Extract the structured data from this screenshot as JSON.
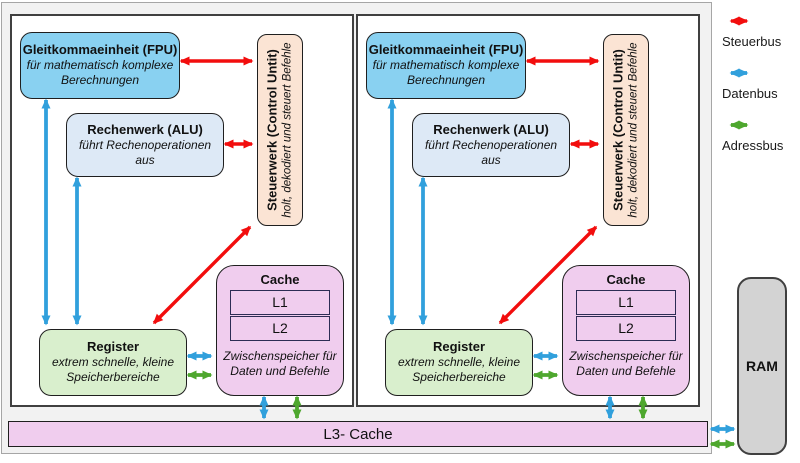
{
  "colors": {
    "steuerbus": "#f20d0d",
    "datenbus": "#31a0dc",
    "adressbus": "#4ea72e",
    "fpu_fill": "#89d1f1",
    "alu_fill": "#dde9f6",
    "control_fill": "#fbe4d4",
    "register_fill": "#d9efcd",
    "cache_fill": "#f0cdee",
    "l3_fill": "#f0cdee",
    "ram_fill": "#d3d3d3",
    "core_fill": "#ffffff",
    "core_border": "#404040",
    "box_border": "#1f1f1f",
    "l1l2_border": "#2c2c54",
    "container_fill": "#f2f2f2",
    "container_border": "#a6a6a6"
  },
  "legend": {
    "items": [
      {
        "id": "steuerbus",
        "label": "Steuerbus"
      },
      {
        "id": "datenbus",
        "label": "Datenbus"
      },
      {
        "id": "adressbus",
        "label": "Adressbus"
      }
    ]
  },
  "cores": [
    {
      "fpu": {
        "title": "Gleitkommaeinheit (FPU)",
        "subtitle": "für mathematisch komplexe Berechnungen"
      },
      "alu": {
        "title": "Rechenwerk (ALU)",
        "subtitle": "führt Rechenoperationen aus"
      },
      "control_unit": {
        "title": "Steuerwerk (Control Untit)",
        "subtitle": "holt, dekodiert und steuert Befehle"
      },
      "register": {
        "title": "Register",
        "subtitle": "extrem schnelle, kleine Speicherbereiche"
      },
      "cache": {
        "title": "Cache",
        "levels": [
          "L1",
          "L2"
        ],
        "subtitle": "Zwischenspeicher für Daten und Befehle"
      }
    },
    {
      "fpu": {
        "title": "Gleitkommaeinheit (FPU)",
        "subtitle": "für mathematisch komplexe Berechnungen"
      },
      "alu": {
        "title": "Rechenwerk (ALU)",
        "subtitle": "führt Rechenoperationen aus"
      },
      "control_unit": {
        "title": "Steuerwerk (Control Untit)",
        "subtitle": "holt, dekodiert und steuert Befehle"
      },
      "register": {
        "title": "Register",
        "subtitle": "extrem schnelle, kleine Speicherbereiche"
      },
      "cache": {
        "title": "Cache",
        "levels": [
          "L1",
          "L2"
        ],
        "subtitle": "Zwischenspeicher für Daten und Befehle"
      }
    }
  ],
  "l3_cache": {
    "label": "L3- Cache"
  },
  "ram": {
    "label": "RAM"
  }
}
